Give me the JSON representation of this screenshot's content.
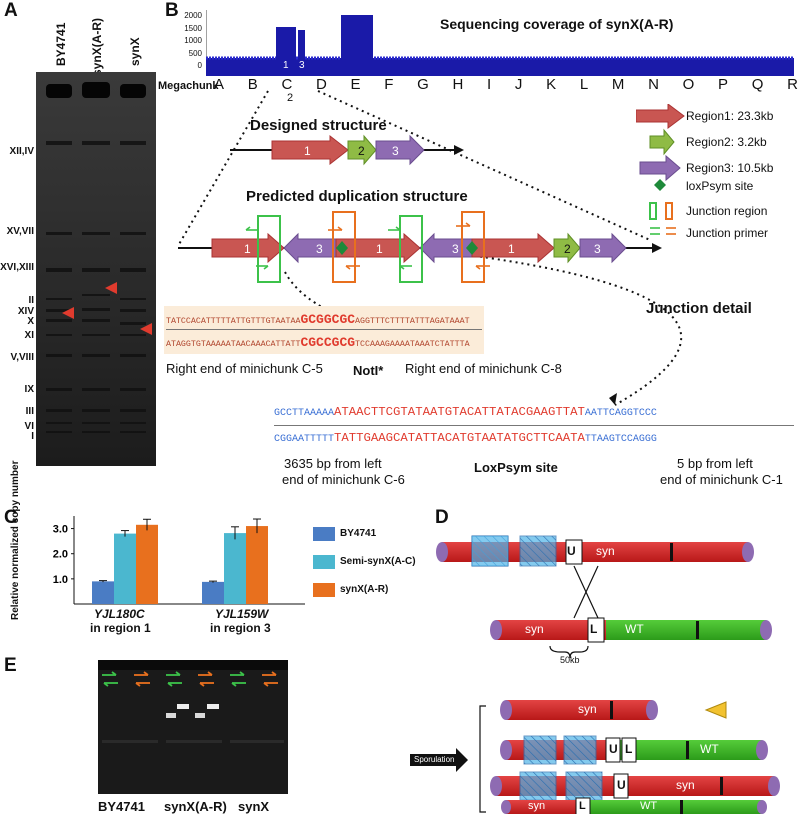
{
  "panels": {
    "a": "A",
    "b": "B",
    "c": "C",
    "d": "D",
    "e": "E"
  },
  "panelA": {
    "lanes": [
      "BY4741",
      "synX(A-R)",
      "synX"
    ],
    "chromosomes": [
      "XII,IV",
      "XV,VII",
      "XVI,XIII",
      "II",
      "XIV",
      "X",
      "XI",
      "V,VIII",
      "IX",
      "III",
      "VI",
      "I"
    ]
  },
  "panelB": {
    "coverage_title": "Sequencing coverage of synX(A-R)",
    "yticks": [
      "2000",
      "1500",
      "1000",
      "500",
      "0"
    ],
    "megachunk_label": "Megachunk",
    "megachunks": [
      "A",
      "B",
      "C",
      "D",
      "E",
      "F",
      "G",
      "H",
      "I",
      "J",
      "K",
      "L",
      "M",
      "N",
      "O",
      "P",
      "Q",
      "R"
    ],
    "cov_marks": [
      "1",
      "3",
      "2"
    ],
    "designed_title": "Designed structure",
    "predicted_title": "Predicted  duplication structure",
    "junction_detail": "Junction detail",
    "region_nums": [
      "1",
      "2",
      "3"
    ],
    "legend": [
      "Region1: 23.3kb",
      "Region2: 3.2kb",
      "Region3: 10.5kb",
      "loxPsym site",
      "Junction region",
      "Junction primer"
    ],
    "seq1_top_a": "TATCCACATTTTTATTGTTTGTAATAA",
    "seq1_top_b": "GCGGCGC",
    "seq1_top_c": "AGGTTTCTTTTATTTAGATAAAT",
    "seq1_bot_a": "ATAGGTGTAAAAATAACAAACATTATT",
    "seq1_bot_b": "CGCCGCG",
    "seq1_bot_c": "TCCAAAGAAAATAAATCTATTTA",
    "cap_left1": "Right end of minichunk C-5",
    "cap_mid1": "NotI*",
    "cap_right1": "Right end of minichunk C-8",
    "seq2_top_a": "GCCTTAAAAA",
    "seq2_top_b": "ATAACTTCGTATAATGTACATTATACGAAGTTAT",
    "seq2_top_c": "AATTCAGGTCCC",
    "seq2_bot_a": "CGGAATTTTT",
    "seq2_bot_b": "TATTGAAGCATATTACATGTAATATGCTTCAATA",
    "seq2_bot_c": "TTAAGTCCAGGG",
    "cap_left2a": "3635 bp from left",
    "cap_left2b": "end of minichunk C-6",
    "cap_mid2": "LoxPsym site",
    "cap_right2a": "5 bp from left",
    "cap_right2b": "end of minichunk C-1"
  },
  "panelC": {
    "ylabel": "Relative normalized copy number",
    "yticks": [
      "3.0",
      "2.0",
      "1.0"
    ],
    "groups": [
      {
        "gene": "YJL180C",
        "region": "in region 1"
      },
      {
        "gene": "YJL159W",
        "region": "in region 3"
      }
    ],
    "legend": [
      "BY4741",
      "Semi-synX(A-C)",
      "synX(A-R)"
    ],
    "colors": [
      "#4a7cc4",
      "#4bb7cf",
      "#e8701e"
    ],
    "chart_data": {
      "type": "bar",
      "categories": [
        "YJL180C in region 1",
        "YJL159W in region 3"
      ],
      "series": [
        {
          "name": "BY4741",
          "values": [
            0.9,
            0.88
          ]
        },
        {
          "name": "Semi-synX(A-C)",
          "values": [
            2.8,
            2.82
          ]
        },
        {
          "name": "synX(A-R)",
          "values": [
            3.15,
            3.1
          ]
        }
      ],
      "errors": [
        [
          0.03,
          0.03
        ],
        [
          0.12,
          0.25
        ],
        [
          0.22,
          0.28
        ]
      ],
      "ylim": [
        0,
        3.5
      ]
    }
  },
  "panelD": {
    "u": "U",
    "l": "L",
    "syn": "syn",
    "wt": "WT",
    "scale": "50kb",
    "sporulation": "Sporulation"
  },
  "panelE": {
    "lanes": [
      "BY4741",
      "synX(A-R)",
      "synX"
    ]
  }
}
